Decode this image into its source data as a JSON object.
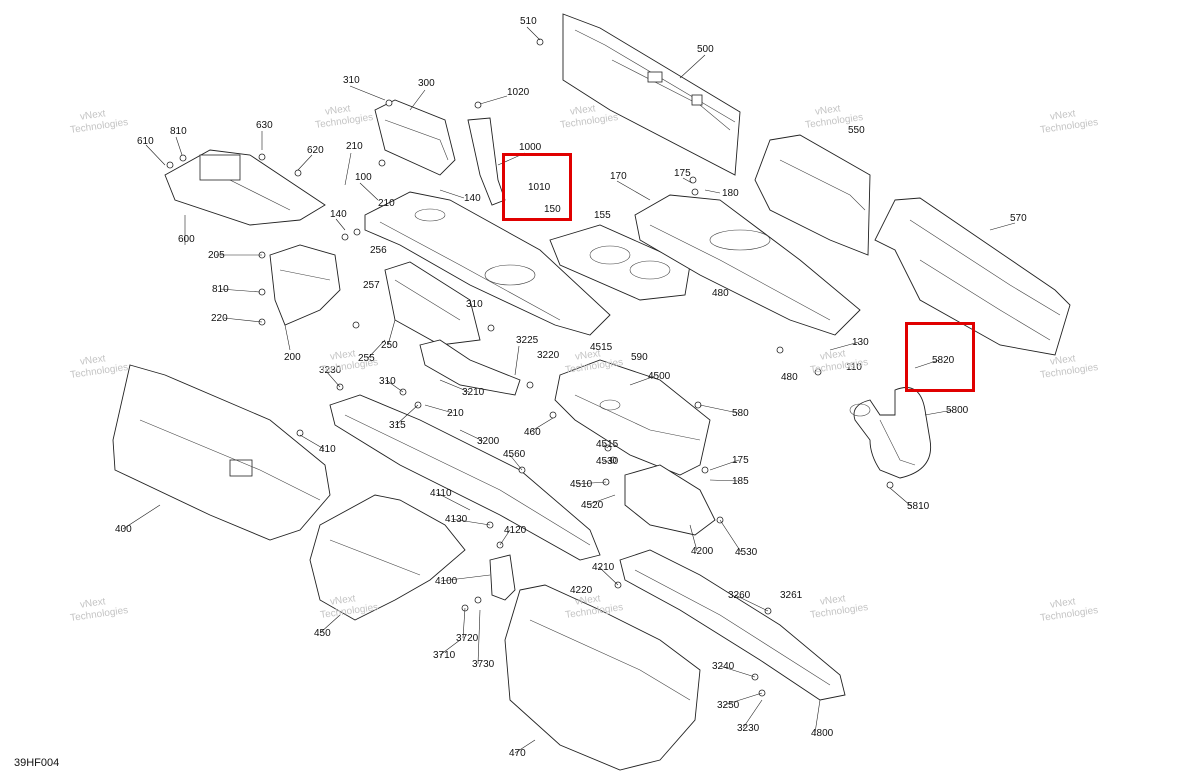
{
  "diagram": {
    "code": "39HF004",
    "watermark": [
      "vNext",
      "Technologies"
    ],
    "part_labels": [
      "510",
      "500",
      "310",
      "300",
      "1020",
      "1000",
      "1010",
      "150",
      "550",
      "610",
      "810",
      "630",
      "620",
      "210",
      "100",
      "140",
      "175",
      "180",
      "170",
      "155",
      "570",
      "600",
      "140",
      "210",
      "205",
      "256",
      "480",
      "810",
      "257",
      "310",
      "130",
      "220",
      "200",
      "250",
      "3225",
      "3220",
      "4515",
      "590",
      "480",
      "110",
      "5820",
      "3210",
      "255",
      "3230",
      "310",
      "4500",
      "5800",
      "210",
      "315",
      "580",
      "460",
      "410",
      "3200",
      "4515",
      "4530",
      "175",
      "4560",
      "185",
      "4510",
      "4520",
      "5810",
      "4110",
      "400",
      "4130",
      "4120",
      "4200",
      "4530",
      "4210",
      "4100",
      "4220",
      "3260",
      "3261",
      "450",
      "3720",
      "3710",
      "3730",
      "3240",
      "3250",
      "3230",
      "4800",
      "470"
    ],
    "highlighted_parts": [
      "1010",
      "5820"
    ]
  }
}
